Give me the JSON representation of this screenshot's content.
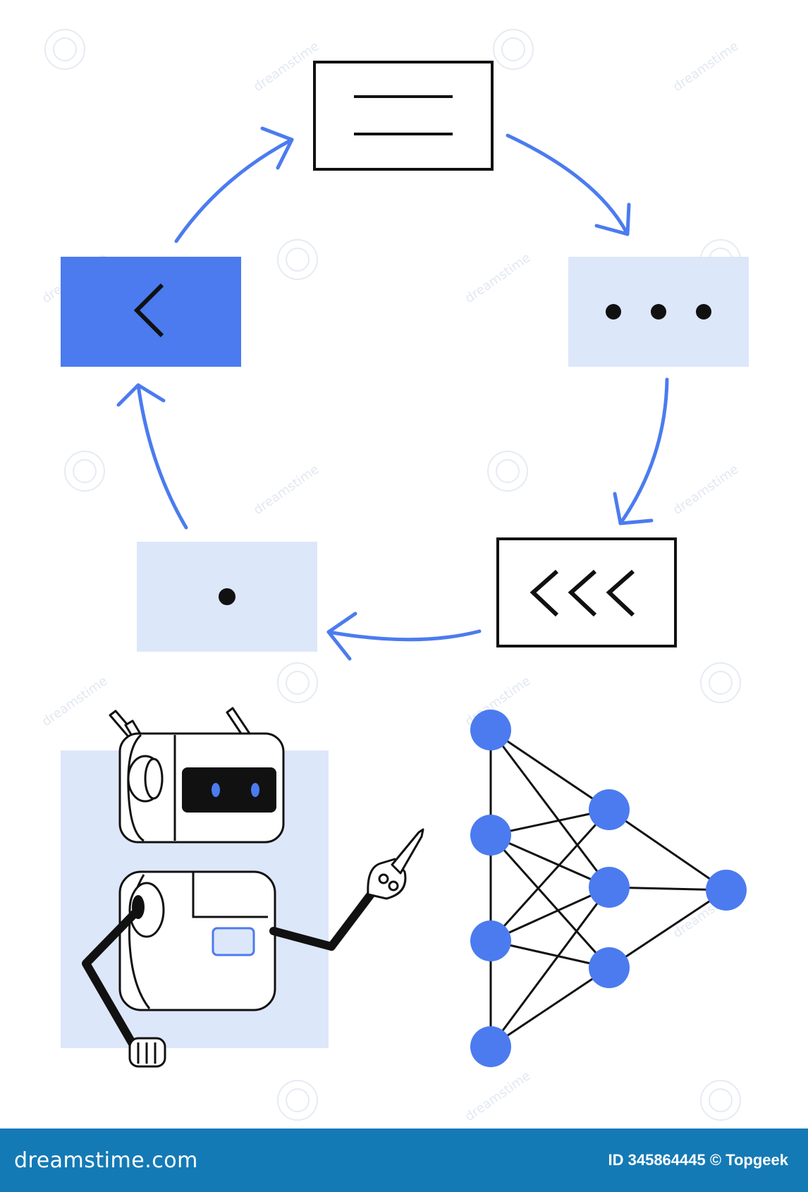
{
  "colors": {
    "accent": "#4b7bef",
    "light": "#dde7fa",
    "ink": "#111111",
    "footer": "#147ab5"
  },
  "icons": {
    "box_top": "menu-lines-icon",
    "box_right": "ellipsis-icon",
    "box_bottom_right": "triple-chevron-left-icon",
    "box_bottom_left": "dot-icon",
    "box_left": "chevron-left-icon"
  },
  "watermark": {
    "text": "dreamstime"
  },
  "footer": {
    "brand": "dreamstime.com",
    "credit": "ID 345864445 © Topgeek"
  }
}
